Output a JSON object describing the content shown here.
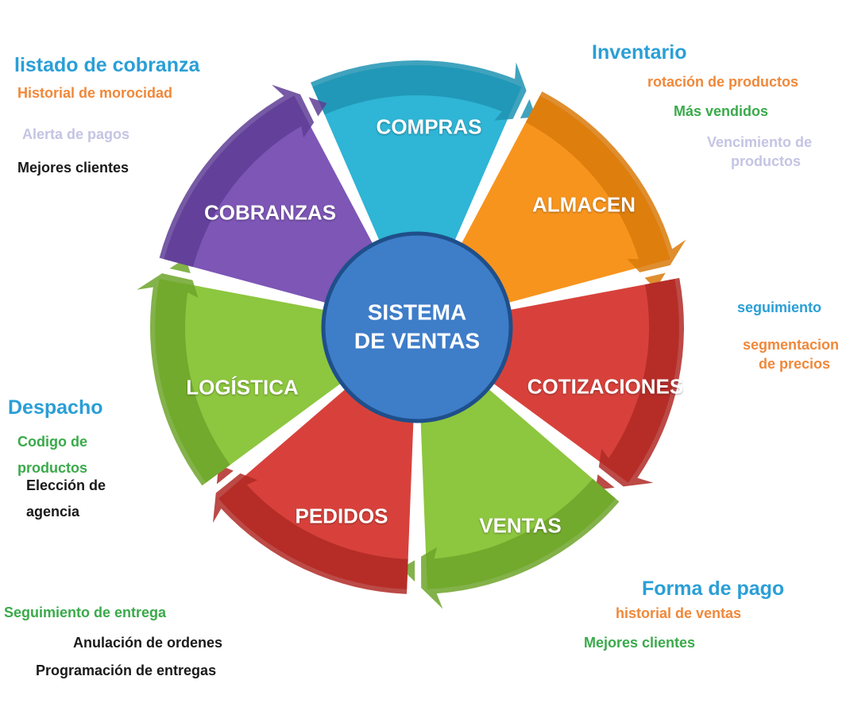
{
  "center": {
    "line1": "SISTEMA",
    "line2": "DE VENTAS",
    "color": "#3e7dc8"
  },
  "segments": [
    {
      "label": "COMPRAS",
      "color": "#2fb5d5",
      "dark": "#1f93b3"
    },
    {
      "label": "ALMACEN",
      "color": "#f7941d",
      "dark": "#d97a0b"
    },
    {
      "label": "COTIZACIONES",
      "color": "#d8413b",
      "dark": "#b02a26"
    },
    {
      "label": "VENTAS",
      "color": "#8dc63f",
      "dark": "#6da42a"
    },
    {
      "label": "PEDIDOS",
      "color": "#d8413b",
      "dark": "#b02a26"
    },
    {
      "label": "LOGÍSTICA",
      "color": "#8dc63f",
      "dark": "#6da42a"
    },
    {
      "label": "COBRANZAS",
      "color": "#7d56b6",
      "dark": "#5e3d95"
    }
  ],
  "notes": {
    "cobranzas": {
      "title": "listado de cobranza",
      "items": [
        "Historial de morocidad",
        "Alerta de pagos",
        "Mejores clientes"
      ]
    },
    "almacen": {
      "title": "Inventario",
      "items": [
        "rotación de productos",
        "Más vendidos",
        "Vencimiento de",
        "productos"
      ]
    },
    "cotizaciones": {
      "items": [
        "seguimiento",
        "segmentacion",
        "de precios"
      ]
    },
    "logistica": {
      "title": "Despacho",
      "items": [
        "Codigo de",
        "productos",
        "Elección de",
        "agencia"
      ]
    },
    "ventas": {
      "title": "Forma de pago",
      "items": [
        "historial de ventas",
        "Mejores clientes"
      ]
    },
    "pedidos": {
      "items": [
        "Seguimiento de entrega",
        "Anulación de ordenes",
        "Programación de entregas"
      ]
    }
  },
  "colors": {
    "blue": "#2a9fd6",
    "orange": "#f0883a",
    "green": "#3aaa4a",
    "lavender": "#c4c4e4",
    "black": "#1a1a1a"
  }
}
